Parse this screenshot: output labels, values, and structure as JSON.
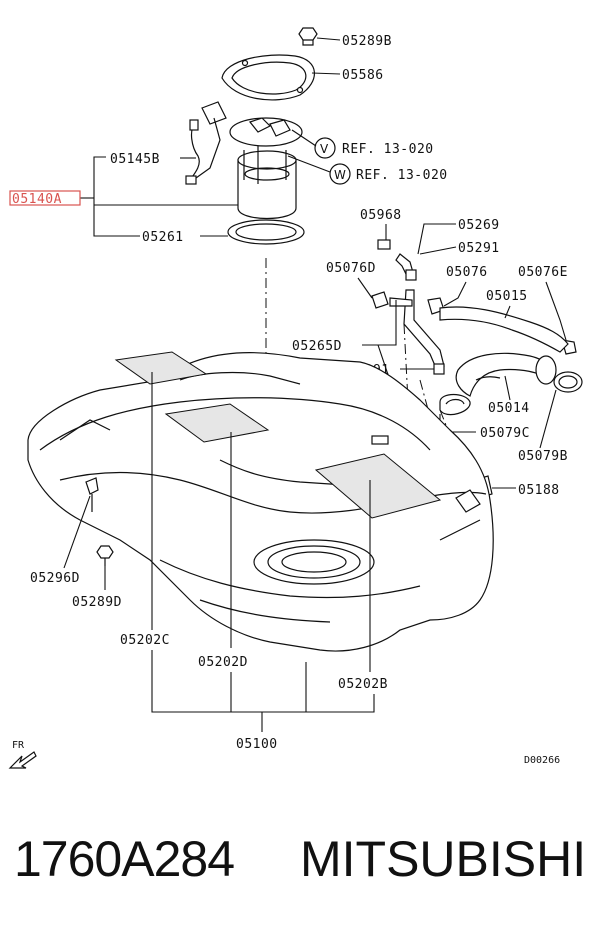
{
  "diagram": {
    "labels": {
      "p05289B": "05289B",
      "p05586": "05586",
      "p05145B": "05145B",
      "p05140A": "05140A",
      "p05261": "05261",
      "p05968": "05968",
      "p05269": "05269",
      "p05291a": "05291",
      "p05076D": "05076D",
      "p05076": "05076",
      "p05076E": "05076E",
      "p05015": "05015",
      "p05265D": "05265D",
      "p05291b": "05291",
      "p05014": "05014",
      "p05079C": "05079C",
      "p05079B": "05079B",
      "p05188": "05188",
      "p05296D": "05296D",
      "p05289D": "05289D",
      "p05202C": "05202C",
      "p05202D": "05202D",
      "p05202B": "05202B",
      "p05100": "05100",
      "code": "D00266"
    },
    "refs": {
      "v_letter": "V",
      "v_text": "REF. 13-020",
      "w_letter": "W",
      "w_text": "REF. 13-020"
    },
    "direction_label": "FR",
    "highlight_color": "#d9534f"
  },
  "footer": {
    "part_number": "1760A284",
    "brand": "MITSUBISHI"
  }
}
